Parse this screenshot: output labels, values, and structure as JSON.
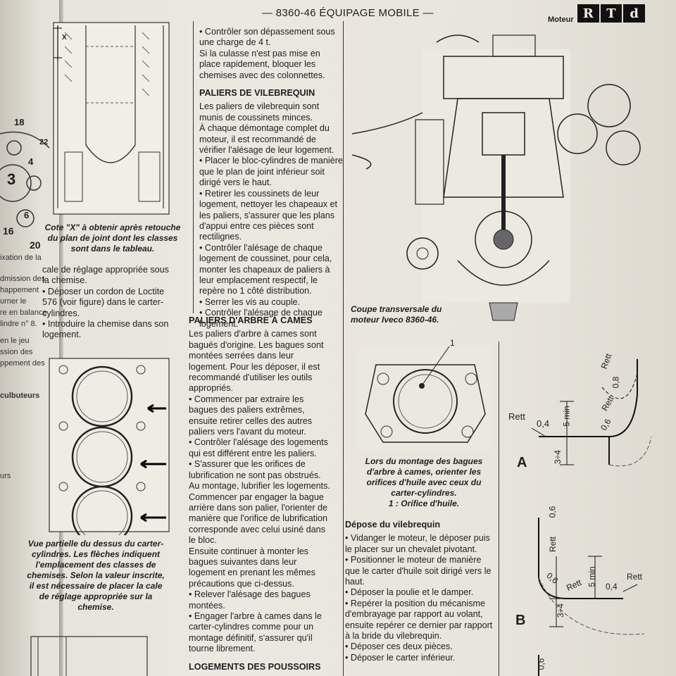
{
  "header": {
    "title": "— 8360-46 ÉQUIPAGE MOBILE —",
    "section": "Moteur",
    "logo": [
      "R",
      "T",
      "d"
    ]
  },
  "col2": {
    "p1": "• Contrôler son dépassement sous une charge de 4 t.",
    "p2": "Si la culasse n'est pas mise en place rapidement, bloquer les chemises avec des colonnettes.",
    "h1": "PALIERS DE VILEBREQUIN",
    "p3": "Les paliers de vilebrequin sont munis de coussinets minces.",
    "p4": "À chaque démontage complet du moteur, il est recommandé de vérifier l'alésage de leur logement.",
    "p5": "• Placer le bloc-cylindres de manière que le plan de joint inférieur soit dirigé vers le haut.",
    "p6": "• Retirer les coussinets de leur logement, nettoyer les chapeaux et les paliers, s'assurer que les plans d'appui entre ces pièces sont rectilignes.",
    "p7": "• Contrôler l'alésage de chaque logement de coussinet, pour cela, monter les chapeaux de paliers à leur emplacement respectif, le repère no 1 côté distribution.",
    "p8": "• Serrer les vis au couple.",
    "p9": "• Contrôler l'alésage de chaque logement."
  },
  "col3": {
    "h1": "PALIERS D'ARBRE À CAMES",
    "p1": "Les paliers d'arbre à cames sont bagués d'origine. Les bagues sont montées serrées dans leur logement. Pour les déposer, il est recommandé d'utiliser les outils appropriés.",
    "p2": "• Commencer par extraire les bagues des paliers extrêmes, ensuite retirer celles des autres paliers vers l'avant du moteur.",
    "p3": "• Contrôler l'alésage des logements qui est différent entre les paliers.",
    "p4": "• S'assurer que les orifices de lubrification ne sont pas obstrués.",
    "p5": "Au montage, lubrifier les logements. Commencer par engager la bague arrière dans son palier, l'orienter de manière que l'orifice de lubrification corresponde avec celui usiné dans le bloc.",
    "p6": "Ensuite continuer à monter les bagues suivantes dans leur logement en prenant les mêmes précautions que ci-dessus.",
    "p7": "• Relever l'alésage des bagues montées.",
    "p8": "• Engager l'arbre à cames dans le carter-cylindres comme pour un montage définitif, s'assurer qu'il tourne librement.",
    "h2": "LOGEMENTS DES POUSSOIRS"
  },
  "col4": {
    "h1": "Dépose du vilebrequin",
    "p1": "• Vidanger le moteur, le déposer puis le placer sur un chevalet pivotant.",
    "p2": "• Positionner le moteur de manière que le carter d'huile soit dirigé vers le haut.",
    "p3": "• Déposer la poulie et le damper.",
    "p4": "• Repérer la position du mécanisme d'embrayage par rapport au volant, ensuite repérer ce dernier par rapport à la bride du vilebrequin.",
    "p5": "• Déposer ces deux pièces.",
    "p6": "• Déposer le carter inférieur."
  },
  "left": {
    "p1": "cale de réglage appropriée sous la chemise.",
    "p2": "• Déposer un cordon de Loctite 576 (voir figure) dans le carter-cylindres.",
    "p3": "• Introduire la chemise dans son logement."
  },
  "captions": {
    "c1": "Cote \"X\" à obtenir après retouche du plan de joint dont les classes sont dans le tableau.",
    "c2": "Vue partielle du dessus du carter-cylindres. Les flèches indiquent l'emplacement des classes de chemises. Selon la valeur inscrite, il est nécessaire de placer la cale de réglage appropriée sur la chemise.",
    "c3": "Coupe transversale du moteur Iveco 8360-46.",
    "c4": "Lors du montage des bagues d'arbre à cames, orienter les orifices d'huile avec ceux du carter-cylindres.",
    "c4b": "1 : Orifice d'huile."
  },
  "figures": {
    "x_label": "X",
    "callout_1": "1",
    "label_A": "A",
    "label_B": "B",
    "rett": "Rett",
    "dim_04": "0,4",
    "dim_06": "0,6",
    "dim_08": "0,8",
    "dim_5min": "5 min",
    "dim_3_4": "3÷4",
    "numbers": [
      "18",
      "22",
      "3",
      "4",
      "16",
      "20",
      "6"
    ]
  },
  "margin": {
    "lines": [
      "ixation de la",
      "dmission des",
      "happement",
      "urner le",
      "re en balance",
      "lindre n° 8.",
      "en le jeu",
      "ssion des",
      "ppement des",
      "culbuteurs",
      "urs"
    ]
  }
}
